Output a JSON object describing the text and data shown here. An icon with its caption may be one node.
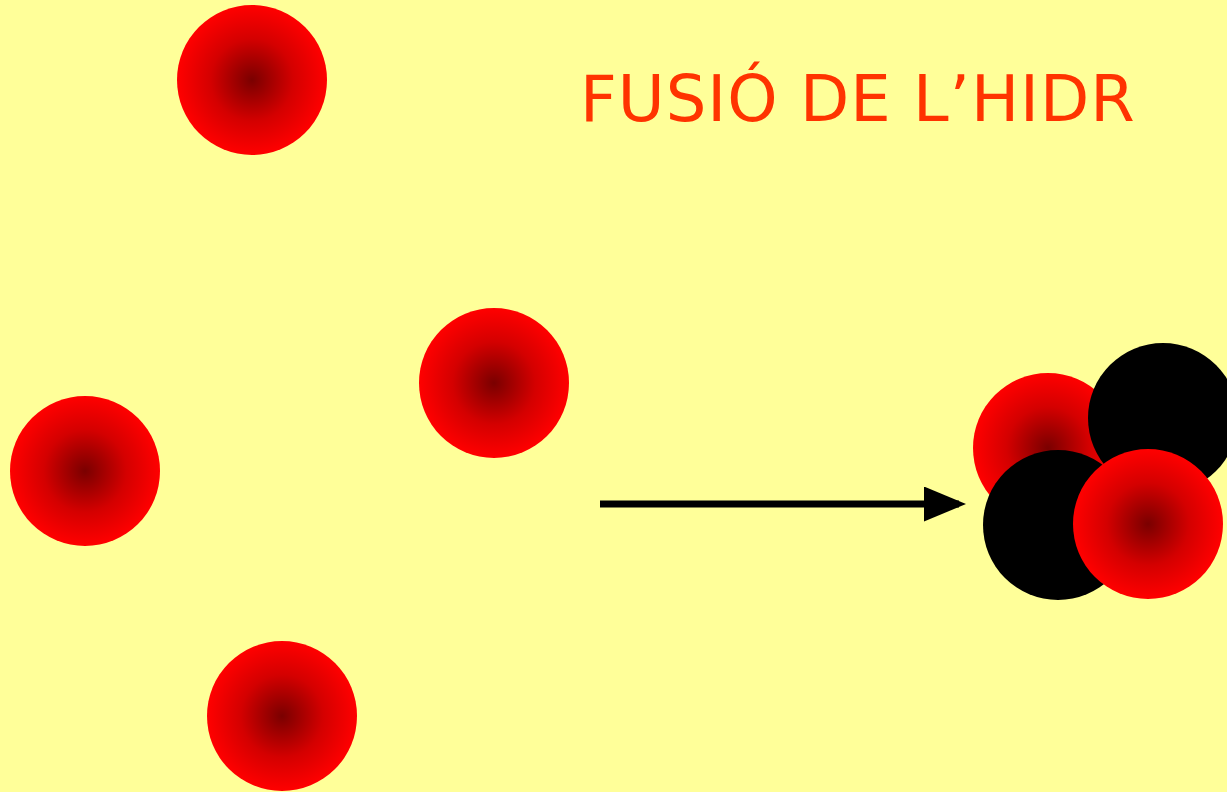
{
  "diagram": {
    "title": "FUSIÓ DE L’HIDR",
    "nodes": [
      {
        "text": [],
        "shape": "circle"
      },
      {
        "text": [],
        "shape": "circle"
      },
      {
        "text": [],
        "shape": "circle"
      },
      {
        "text": [],
        "shape": "circle"
      },
      {
        "text": [],
        "shape": "picture"
      }
    ],
    "edges": [
      {
        "from": null,
        "to": 4,
        "arrow": "to"
      }
    ]
  }
}
